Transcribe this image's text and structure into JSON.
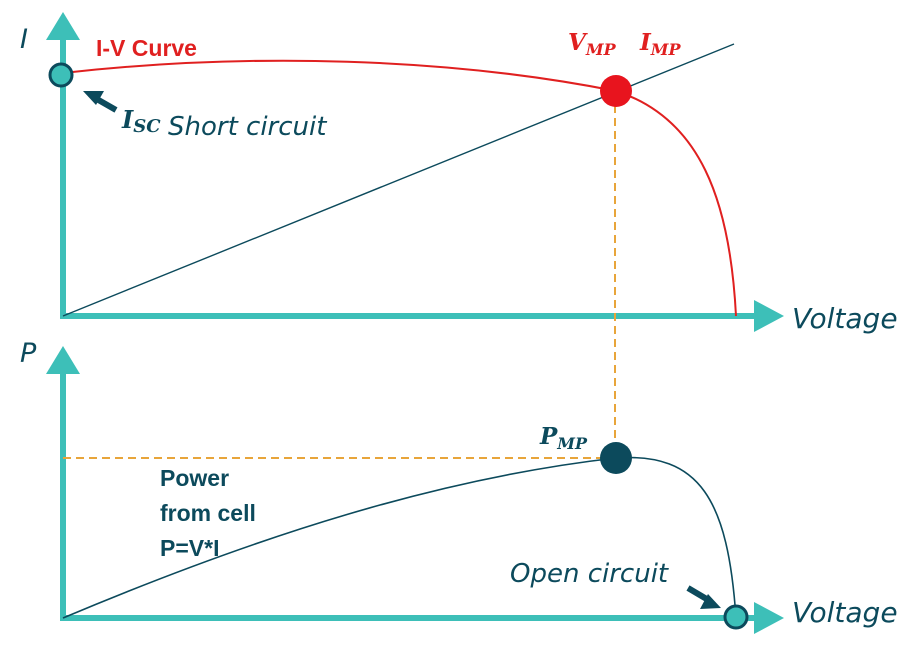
{
  "top_panel": {
    "y_axis_label": "I",
    "x_axis_label": "Voltage",
    "curve_label": "I-V Curve",
    "isc_symbol": "I",
    "isc_subscript": "SC",
    "isc_caption": "Short circuit",
    "vmp_symbol": "V",
    "vmp_subscript": "MP",
    "imp_symbol": "I",
    "imp_subscript": "MP"
  },
  "bottom_panel": {
    "y_axis_label": "P",
    "x_axis_label": "Voltage",
    "pmp_symbol": "P",
    "pmp_subscript": "MP",
    "power_label_line1": "Power",
    "power_label_line2": "from cell",
    "power_label_line3": "P=V*I",
    "open_circuit_label": "Open circuit"
  },
  "colors": {
    "axis": "#3dbfb8",
    "iv_curve": "#e02020",
    "power_curve": "#0c4a5c",
    "guide": "#e8a53a",
    "text_dark": "#0c4a5c"
  },
  "icons": {
    "isc_pointer": "arrow-icon",
    "open_circuit_pointer": "arrow-icon"
  }
}
